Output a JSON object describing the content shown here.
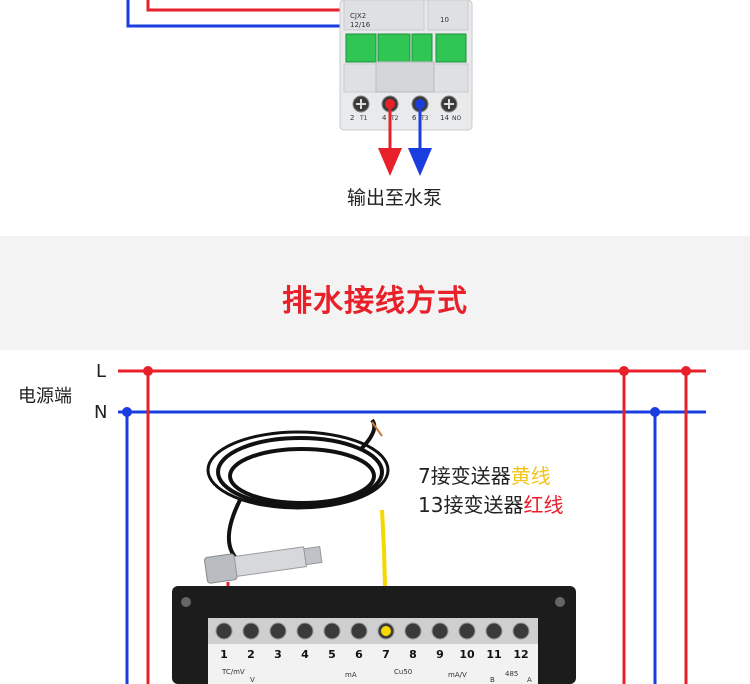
{
  "pump_output_label": "输出至水泵",
  "title": "排水接线方式",
  "power_label": "电源端",
  "line_L": "L",
  "line_N": "N",
  "note_line1_prefix": "7接变送器",
  "note_line1_color_word": "黄线",
  "note_line2_prefix": "13接变送器",
  "note_line2_color_word": "红线",
  "contactor": {
    "model": "CJX2",
    "rating": "12/16",
    "aux_label": "10",
    "term_1": "2",
    "term_1_sub": "T1",
    "term_2": "4",
    "term_2_sub": "T2",
    "term_3": "6",
    "term_3_sub": "T3",
    "term_4": "14",
    "term_4_sub": "NO"
  },
  "terminals": [
    "1",
    "2",
    "3",
    "4",
    "5",
    "6",
    "7",
    "8",
    "9",
    "10",
    "11",
    "12"
  ],
  "terminal_labels": {
    "tc_mv": "TC/mV",
    "v": "V",
    "ma": "mA",
    "cu50": "Cu50",
    "ma_v": "mA/V",
    "b": "B",
    "num485": "485",
    "a": "A"
  },
  "colors": {
    "red_wire": "#e8202a",
    "blue_wire": "#1a3de0",
    "yellow_wire": "#f5d800",
    "title": "#e8202a",
    "contactor_green": "#2fc653"
  }
}
